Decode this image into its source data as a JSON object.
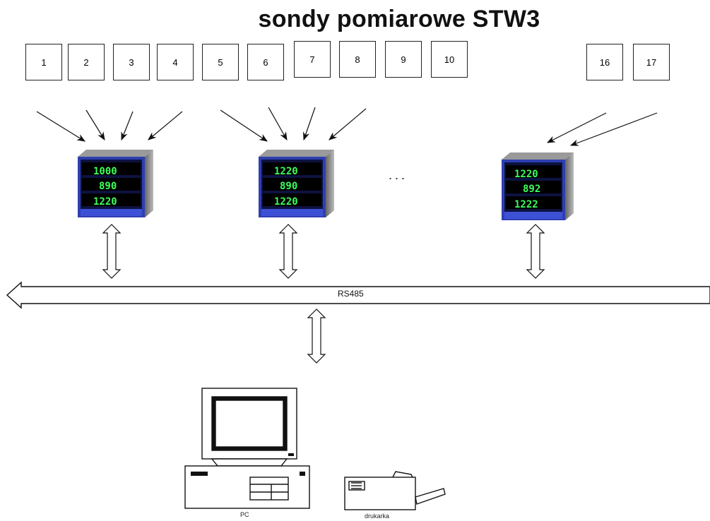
{
  "title": "sondy pomiarowe STW3",
  "probes": [
    "1",
    "2",
    "3",
    "4",
    "5",
    "6",
    "7",
    "8",
    "9",
    "10",
    "16",
    "17"
  ],
  "ellipsis": "...",
  "bus_label": "RS485",
  "pc_label": "PC",
  "printer_label": "drukarka",
  "controllers": [
    {
      "lines": [
        "1000",
        "890",
        "1220"
      ]
    },
    {
      "lines": [
        "1220",
        "890",
        "1220"
      ]
    },
    {
      "lines": [
        "1220",
        "892",
        "1222"
      ]
    }
  ]
}
